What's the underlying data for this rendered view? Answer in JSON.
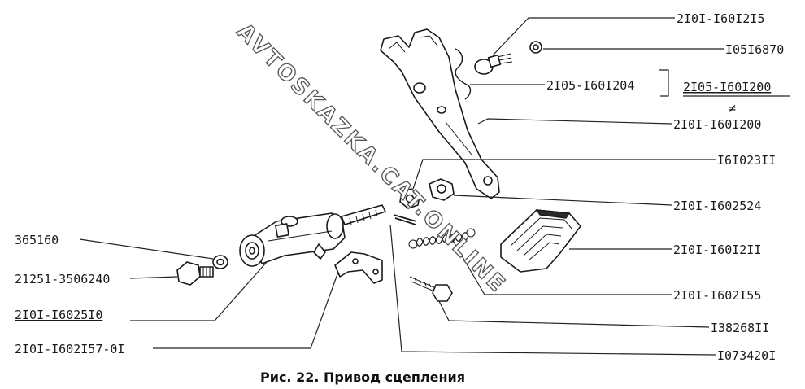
{
  "labels": {
    "l_2101_1601215": "2I0I-I60I2I5",
    "l_1051_6870": "I05I6870",
    "l_2105_1601204": "2I05-I60I204",
    "l_2105_1601200": "2I05-I60I200",
    "not_equal": "≠",
    "l_2101_1601200": "2I0I-I60I200",
    "l_1610_2311": "I6I023II",
    "l_2101_1602524": "2I0I-I602524",
    "l_2101_160211": "2I0I-I60I2II",
    "l_2101_1602155": "2I0I-I602I55",
    "l_1382_6811": "I38268II",
    "l_1073_4201": "I073420I",
    "l_365160": "365160",
    "l_21251": "21251-3506240",
    "l_2101_1602510": "2I0I-I6025I0",
    "l_2101_1602157": "2I0I-I602I57-0I"
  },
  "caption": "Рис. 22. Привод сцепления",
  "watermark": "AVTOSKAZKA.CAT.ONLINE",
  "colors": {
    "ink": "#1a1a1a",
    "background": "#ffffff"
  }
}
